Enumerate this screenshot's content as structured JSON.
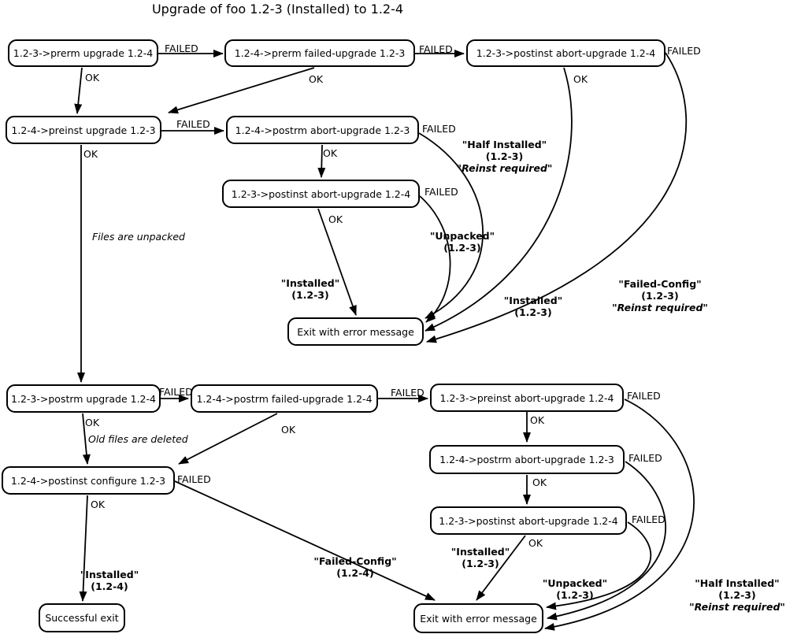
{
  "title": "Upgrade of foo 1.2-3 (Installed) to 1.2-4",
  "colors": {
    "ink": "#000000",
    "background": "#ffffff"
  },
  "lexicon": {
    "ok": "OK",
    "failed": "FAILED"
  },
  "nodes": {
    "prerm_upgrade": {
      "label": "1.2-3->prerm upgrade 1.2-4"
    },
    "prerm_failed_upgrade": {
      "label": "1.2-4->prerm failed-upgrade 1.2-3"
    },
    "postinst_abort_top": {
      "label": "1.2-3->postinst abort-upgrade 1.2-4"
    },
    "preinst_upgrade": {
      "label": "1.2-4->preinst upgrade 1.2-3"
    },
    "postrm_abort_mid": {
      "label": "1.2-4->postrm abort-upgrade 1.2-3"
    },
    "postinst_abort_mid": {
      "label": "1.2-3->postinst abort-upgrade 1.2-4"
    },
    "exit_error_top": {
      "label": "Exit with error message"
    },
    "postrm_upgrade": {
      "label": "1.2-3->postrm upgrade 1.2-4"
    },
    "postrm_failed_upgrade": {
      "label": "1.2-4->postrm failed-upgrade 1.2-4"
    },
    "preinst_abort": {
      "label": "1.2-3->preinst abort-upgrade 1.2-4"
    },
    "postrm_abort_bottom": {
      "label": "1.2-4->postrm abort-upgrade 1.2-3"
    },
    "postinst_configure": {
      "label": "1.2-4->postinst configure 1.2-3"
    },
    "postinst_abort_bottom": {
      "label": "1.2-3->postinst abort-upgrade 1.2-4"
    },
    "successful_exit": {
      "label": "Successful exit"
    },
    "exit_error_bottom": {
      "label": "Exit with error message"
    }
  },
  "notes": {
    "files_unpacked": "Files are unpacked",
    "old_files_deleted": "Old files are deleted"
  },
  "states": {
    "half_installed_top": {
      "line1": "\"Half Installed\"",
      "line2": "(1.2-3)",
      "line3": "\"Reinst required\""
    },
    "unpacked_top": {
      "line1": "\"Unpacked\"",
      "line2": "(1.2-3)"
    },
    "installed_left": {
      "line1": "\"Installed\"",
      "line2": "(1.2-3)"
    },
    "installed_right": {
      "line1": "\"Installed\"",
      "line2": "(1.2-3)"
    },
    "failed_config_3": {
      "line1": "\"Failed-Config\"",
      "line2": "(1.2-3)",
      "line3": "\"Reinst required\""
    },
    "installed_4": {
      "line1": "\"Installed\"",
      "line2": "(1.2-4)"
    },
    "failed_config_4": {
      "line1": "\"Failed-Config\"",
      "line2": "(1.2-4)"
    },
    "installed_bottom": {
      "line1": "\"Installed\"",
      "line2": "(1.2-3)"
    },
    "unpacked_bottom": {
      "line1": "\"Unpacked\"",
      "line2": "(1.2-3)"
    },
    "half_installed_bottom": {
      "line1": "\"Half Installed\"",
      "line2": "(1.2-3)",
      "line3": "\"Reinst required\""
    }
  }
}
